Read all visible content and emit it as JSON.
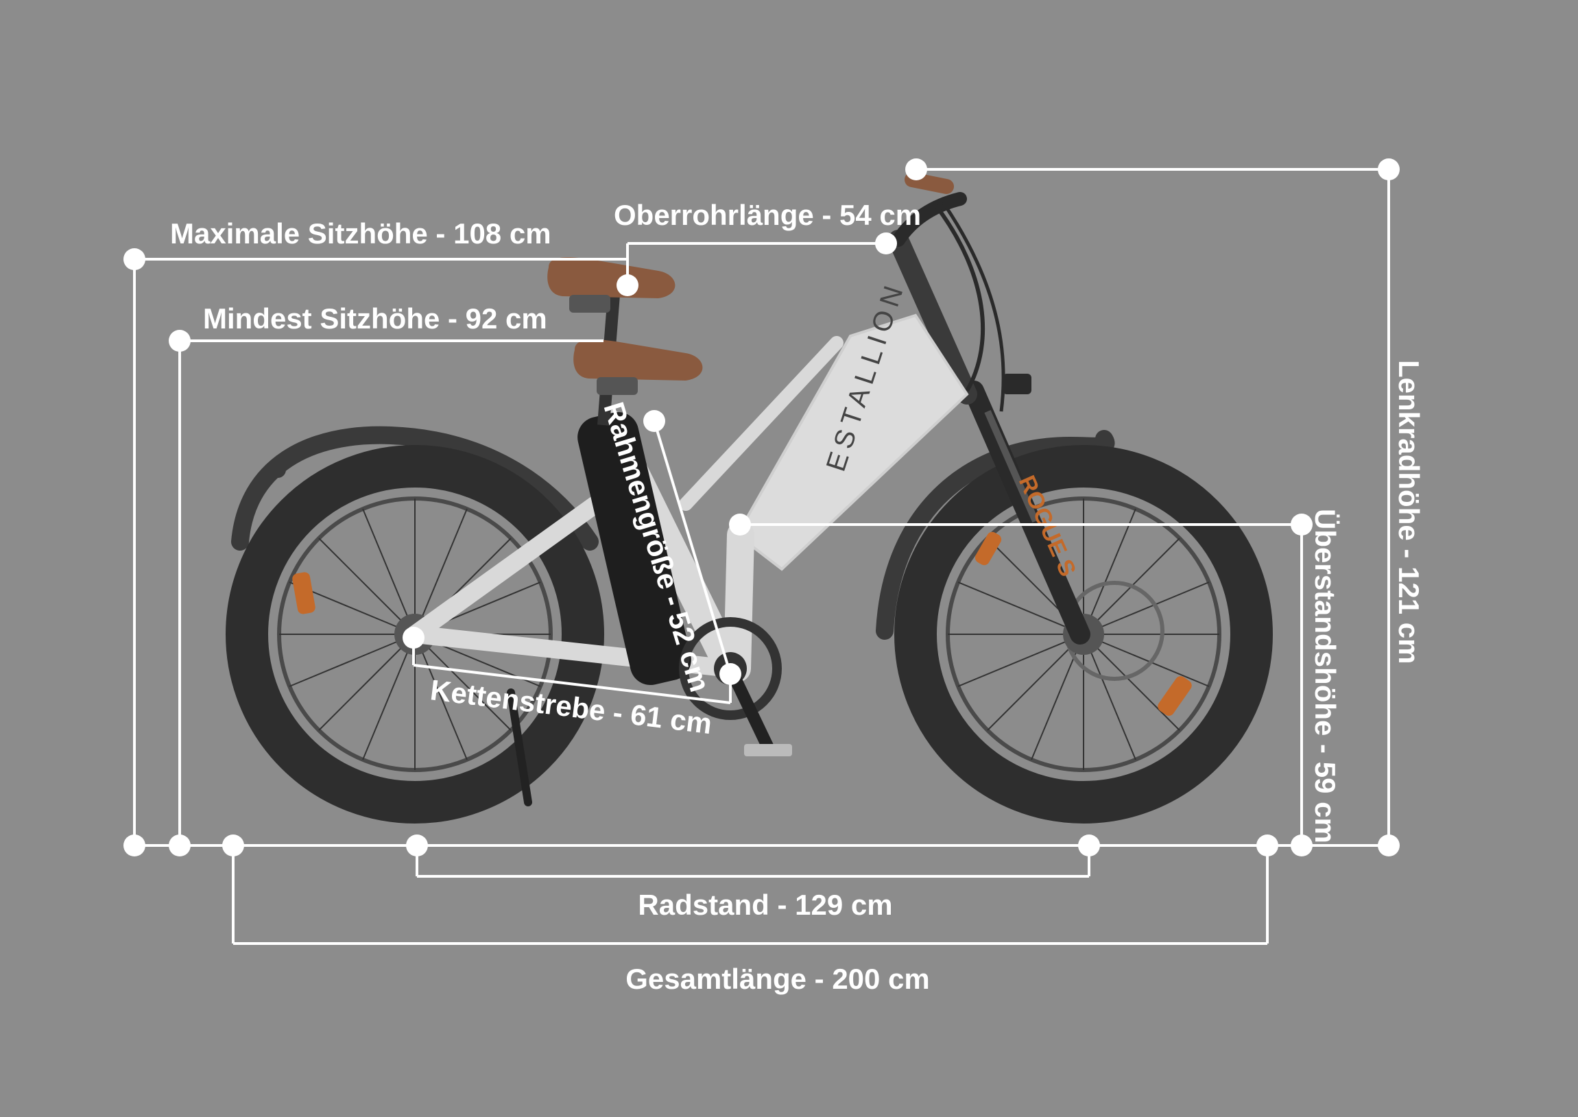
{
  "brand": {
    "frame_text": "ESTALLION",
    "fork_text": "ROGUE S"
  },
  "labels": {
    "max_seat_height": "Maximale Sitzhöhe - 108 cm",
    "min_seat_height": "Mindest Sitzhöhe - 92 cm",
    "top_tube_length": "Oberrohrlänge - 54 cm",
    "frame_size": "Rahmengröße - 52 cm",
    "chainstay": "Kettenstrebe - 61 cm",
    "standover_height": "Überstandshöhe - 59 cm",
    "handlebar_height": "Lenkradhöhe - 121 cm",
    "wheelbase": "Radstand - 129 cm",
    "total_length": "Gesamtlänge - 200 cm"
  },
  "colors": {
    "background": "#8c8c8c",
    "lines": "#ffffff",
    "frame": "#d9d9d9",
    "tire": "#2e2e2e",
    "saddle": "#8a5a3f",
    "battery": "#1e1e1e",
    "reflector": "#c46a2a"
  }
}
